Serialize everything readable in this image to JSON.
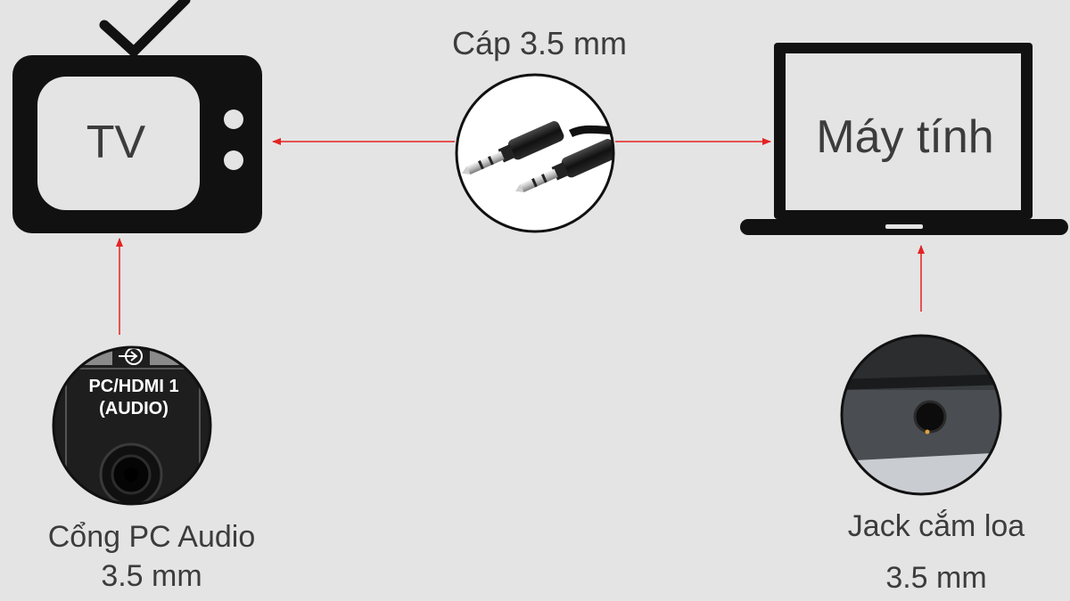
{
  "colors": {
    "background": "#e4e4e4",
    "device_fill": "#111111",
    "arrow": "#e52222",
    "text": "#3c3c3c"
  },
  "devices": {
    "tv_label": "TV",
    "computer_label": "Máy tính"
  },
  "cable": {
    "label": "Cáp 3.5 mm",
    "icon": "audio-3.5mm-cable-photo"
  },
  "tv_port": {
    "label_line1": "Cổng PC Audio",
    "label_line2": "3.5 mm",
    "panel_text_line1": "PC/HDMI 1",
    "panel_text_line2": "(AUDIO)",
    "icon": "audio-input-icon"
  },
  "computer_port": {
    "label_line1": "Jack cắm loa",
    "label_line2": "3.5 mm",
    "icon": "headphone-jack-photo"
  },
  "arrows": [
    {
      "from": "cable",
      "to": "tv"
    },
    {
      "from": "cable",
      "to": "computer"
    },
    {
      "from": "tv_port",
      "to": "tv"
    },
    {
      "from": "computer_port",
      "to": "computer"
    }
  ]
}
